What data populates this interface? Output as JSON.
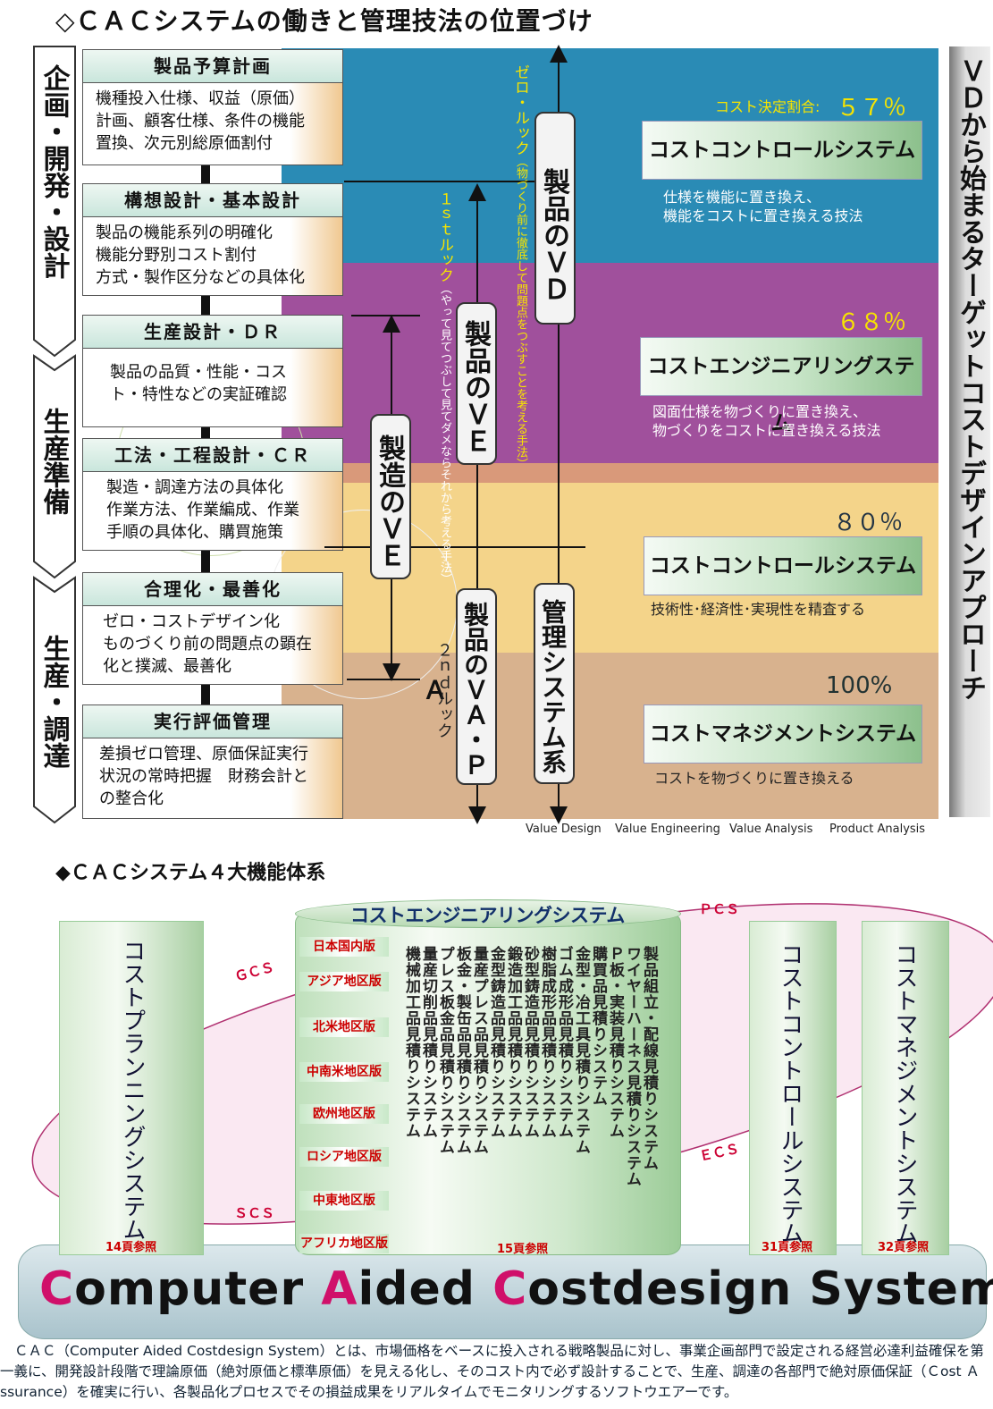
{
  "top_title": "◇ＣＡＣシステムの働きと管理技法の位置づけ",
  "phases": [
    "企画・開発・設計",
    "生産準備",
    "生産・調達"
  ],
  "steps": [
    {
      "head": "製品予算計画",
      "lines": [
        "機種投入仕様、収益（原価）",
        "計画、顧客仕様、条件の機能",
        "置換、次元別総原価割付"
      ]
    },
    {
      "head": "構想設計・基本設計",
      "lines": [
        "製品の機能系列の明確化",
        "機能分野別コスト割付",
        "方式・製作区分などの具体化"
      ]
    },
    {
      "head": "生産設計・ＤＲ",
      "lines": [
        "製品の品質・性能・コス",
        "ト・特性などの実証確認"
      ]
    },
    {
      "head": "工法・工程設計・ＣＲ",
      "lines": [
        "製造・調達方法の具体化",
        "作業方法、作業編成、作業",
        "手順の具体化、購買施策"
      ]
    },
    {
      "head": "合理化・最善化",
      "lines": [
        "ゼロ・コストデザイン化",
        "ものづくり前の問題点の顕在",
        "化と撲滅、最善化"
      ]
    },
    {
      "head": "実行評価管理",
      "lines": [
        "差損ゼロ管理、原価保証実行",
        "状況の常時把握　財務会計と",
        "の整合化"
      ]
    }
  ],
  "pills": {
    "vd": "製品のＶＤ",
    "ve_product": "製品のＶＥ",
    "ve_mfg": "製造のＶＥ",
    "vapa": "製品のＶＡ・ＰＡ",
    "mgmt": "管理システム系"
  },
  "looks": {
    "zero_main": "ゼロ・ルック",
    "zero_sub": "（物づくり前に徹底して問題点をつぶすことを考える手法）",
    "first_main": "１ｓｔルック",
    "first_sub": "（やって見てつぶして見てダメならそれから考える手法）",
    "second": "２ｎｄルック"
  },
  "systems": [
    {
      "pct_label": "コスト決定割合:",
      "pct": "５７％",
      "name": "コストコントロールシステム",
      "desc": [
        "仕様を機能に置き換え、",
        "機能をコストに置き換える技法"
      ]
    },
    {
      "pct_label": "",
      "pct": "６８％",
      "name": "コストエンジニアリングステム",
      "desc": [
        "図面仕様を物づくりに置き換え、",
        "物づくりをコストに置き換える技法"
      ]
    },
    {
      "pct_label": "",
      "pct": "８０％",
      "name": "コストコントロールシステム",
      "desc": [
        "技術性･経済性･実現性を精査する"
      ]
    },
    {
      "pct_label": "",
      "pct": "100%",
      "name": "コストマネジメントシステム",
      "desc": [
        "コストを物づくりに置き換える"
      ]
    }
  ],
  "side_banner": "ＶＤから始まるターゲットコストデザインアプローチ",
  "bottom_labels": [
    "Value Design",
    "Value Engineering",
    "Value Analysis",
    "Product Analysis"
  ],
  "bottom_title": "◆ＣＡＣシステム４大機能体系",
  "ces_title": "コストエンジニアリングシステム",
  "orbit": {
    "pcs": "ＰＣＳ",
    "gcs": "ＧＣＳ",
    "ecs": "ＥＣＳ",
    "scs": "ＳＣＳ"
  },
  "regions": [
    "日本国内版",
    "アジア地区版",
    "北米地区版",
    "中南米地区版",
    "欧州地区版",
    "ロシア地区版",
    "中東地区版",
    "アフリカ地区版"
  ],
  "ces_columns": [
    "機械加工品見積りシステム",
    "量産切削品見積りシステム",
    "プレス板金品見積りシステム",
    "板金・製缶品見積りシステム",
    "量産プレス品見積りシステム",
    "金型鋳造品見積りシステム",
    "鍛造加工品見積りシステム",
    "砂型鋳造品見積りシステム",
    "樹脂成形品見積りシステム",
    "ゴム成形品見積りシステム",
    "金型・冶工具見積りシステム",
    "購買品見積りシステム",
    "Ｐ板・実装見積りシステム",
    "ワイヤーハーネス見積りシステム",
    "製品組立・配線見積りシステム"
  ],
  "pillars": {
    "planning": "コストプランニングシステム",
    "control": "コストコントロールシステム",
    "management": "コストマネジメントシステム"
  },
  "refs": [
    "14頁参照",
    "15頁参照",
    "31頁参照",
    "32頁参照"
  ],
  "cac": {
    "c1": "C",
    "w1": "omputer ",
    "a": "A",
    "w2": "ided ",
    "c2": "C",
    "w3": "ostdesign System"
  },
  "footnote": "ＣＡＣ（Computer Aided Costdesign System）とは、市場価格をベースに投入される戦略製品に対し、事業企画部門で設定される経営必達利益確保を第一義に、開発設計段階で理論原価（絶対原価と標準原価）を見える化し、そのコスト内で必ず設計することで、生産、調達の各部門で絶対原価保証（Ｃost Ａssurance）を確実に行い、各製品化プロセスでその損益成果をリアルタイムでモニタリングするソフトウエアーです。",
  "colors": {
    "blue": "#2a8bb5",
    "purple": "#a0509c",
    "orange": "#d9997a",
    "yellow": "#f4d48a",
    "tan": "#d8b28e"
  }
}
